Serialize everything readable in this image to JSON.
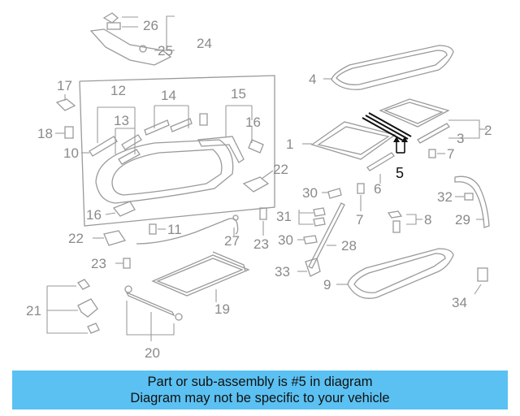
{
  "diagram": {
    "highlighted_callout": "5",
    "callouts": [
      "1",
      "2",
      "3",
      "4",
      "5",
      "6",
      "7",
      "7",
      "8",
      "9",
      "10",
      "11",
      "12",
      "13",
      "14",
      "15",
      "16",
      "16",
      "17",
      "18",
      "19",
      "20",
      "21",
      "22",
      "22",
      "23",
      "23",
      "24",
      "25",
      "26",
      "27",
      "28",
      "29",
      "30",
      "30",
      "31",
      "32",
      "33",
      "34"
    ]
  },
  "banner": {
    "line1": "Part or sub-assembly is #5 in diagram",
    "line2": "Diagram may not be specific to your vehicle"
  },
  "colors": {
    "banner_bg": "#5bc1f2",
    "line_art": "#9a9a9a",
    "highlight": "#111111"
  }
}
